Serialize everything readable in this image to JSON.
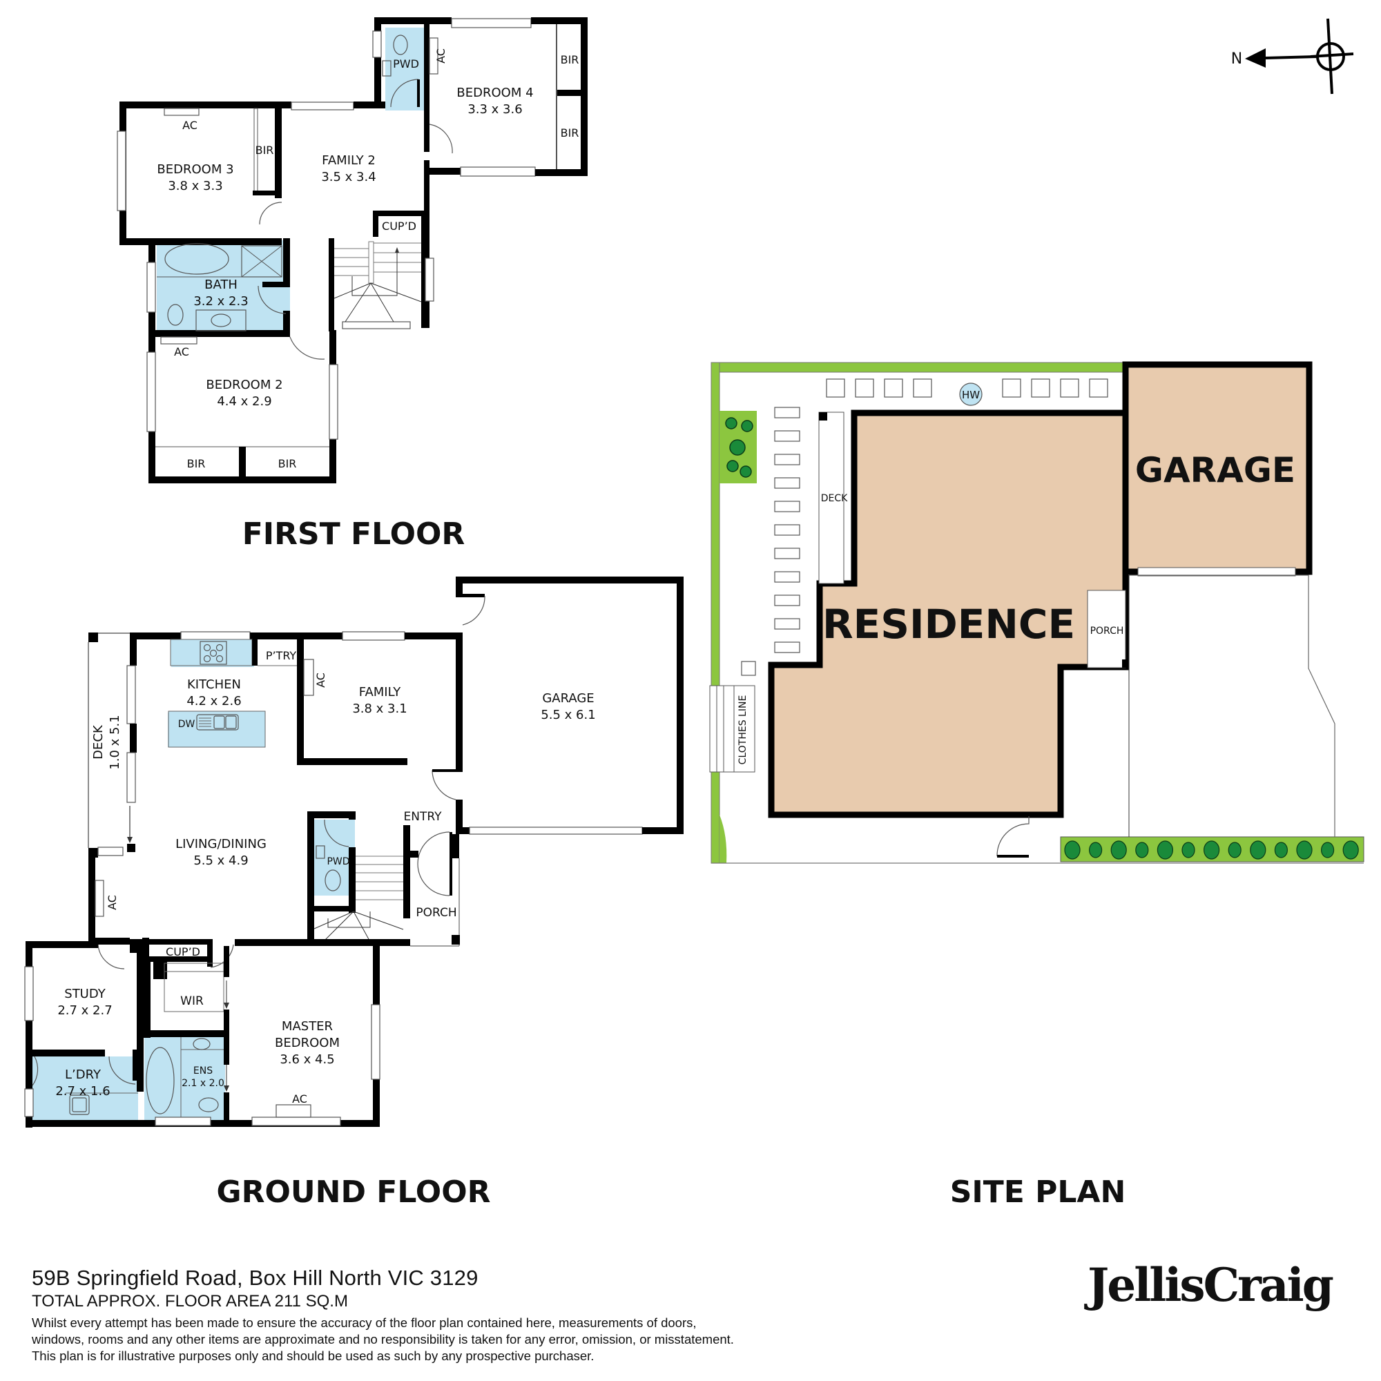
{
  "property": {
    "address": "59B Springfield Road, Box Hill North VIC 3129",
    "total_area": "TOTAL APPROX. FLOOR AREA 211 SQ.M",
    "disclaimer": [
      "Whilst every attempt has been made to ensure the accuracy of the floor plan contained here, measurements of doors,",
      "windows, rooms and any other items are approximate and no responsibility is taken for any error, omission, or misstatement.",
      "This plan is for illustrative purposes only and should be used as such by any prospective purchaser."
    ]
  },
  "brand": {
    "logo_text": "JellisCraig"
  },
  "compass": {
    "label": "N",
    "icon": "north-arrow-icon"
  },
  "colors": {
    "wall": "#000000",
    "wet_area": "#bfe3f2",
    "site_building": "#e8cbae",
    "garden": "#8cc63f",
    "tree": "#1a8a3a"
  },
  "first_floor": {
    "title": "FIRST FLOOR",
    "rooms": {
      "bedroom3": {
        "name": "BEDROOM 3",
        "size": "3.8 x 3.3"
      },
      "family2": {
        "name": "FAMILY 2",
        "size": "3.5 x 3.4"
      },
      "bedroom4": {
        "name": "BEDROOM 4",
        "size": "3.3 x 3.6"
      },
      "bath": {
        "name": "BATH",
        "size": "3.2 x 2.3"
      },
      "bedroom2": {
        "name": "BEDROOM 2",
        "size": "4.4 x 2.9"
      }
    },
    "labels": {
      "pwd": "PWD",
      "ac": "AC",
      "bir": "BIR",
      "cupd": "CUP’D"
    }
  },
  "ground_floor": {
    "title": "GROUND FLOOR",
    "rooms": {
      "kitchen": {
        "name": "KITCHEN",
        "size": "4.2 x 2.6"
      },
      "family": {
        "name": "FAMILY",
        "size": "3.8 x 3.1"
      },
      "garage": {
        "name": "GARAGE",
        "size": "5.5 x 6.1"
      },
      "deck": {
        "name": "DECK",
        "size": "1.0 x 5.1"
      },
      "living": {
        "name": "LIVING/DINING",
        "size": "5.5 x 4.9"
      },
      "study": {
        "name": "STUDY",
        "size": "2.7 x 2.7"
      },
      "laundry": {
        "name": "L’DRY",
        "size": "2.7 x 1.6"
      },
      "ensuite": {
        "name": "ENS",
        "size": "2.1 x 2.0"
      },
      "master": {
        "name_line1": "MASTER",
        "name_line2": "BEDROOM",
        "size": "3.6 x 4.5"
      }
    },
    "labels": {
      "pantry": "P’TRY",
      "ac": "AC",
      "dw": "DW",
      "entry": "ENTRY",
      "pwd": "PWD",
      "porch": "PORCH",
      "cupd": "CUP’D",
      "wir": "WIR"
    }
  },
  "site_plan": {
    "title": "SITE PLAN",
    "labels": {
      "residence": "RESIDENCE",
      "garage": "GARAGE",
      "deck": "DECK",
      "porch": "PORCH",
      "hw": "HW",
      "clothes_line": "CLOTHES LINE"
    }
  }
}
